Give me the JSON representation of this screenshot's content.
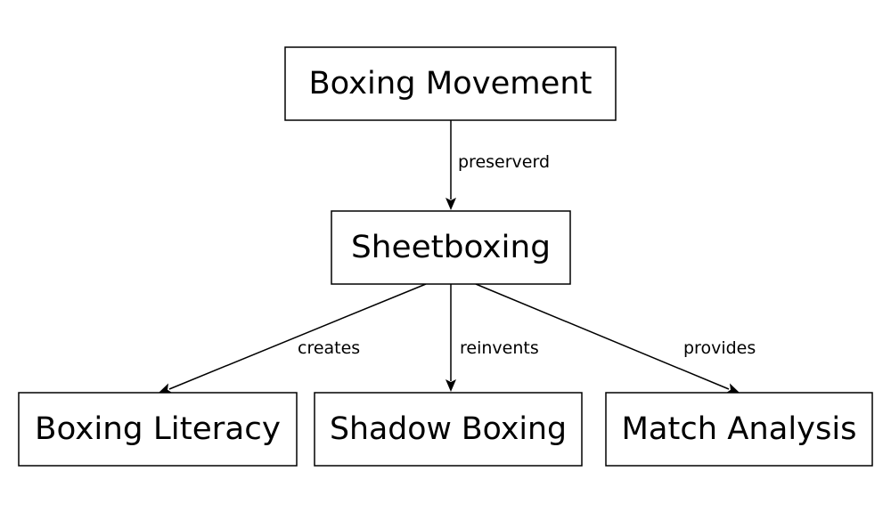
{
  "nodes": {
    "boxing_movement": "Boxing Movement",
    "sheetboxing": "Sheetboxing",
    "boxing_literacy": "Boxing Literacy",
    "shadow_boxing": "Shadow Boxing",
    "match_analysis": "Match Analysis"
  },
  "edges": {
    "preserverd": "preserverd",
    "creates": "creates",
    "reinvents": "reinvents",
    "provides": "provides"
  },
  "colors": {
    "stroke": "#000000",
    "background": "#ffffff"
  }
}
